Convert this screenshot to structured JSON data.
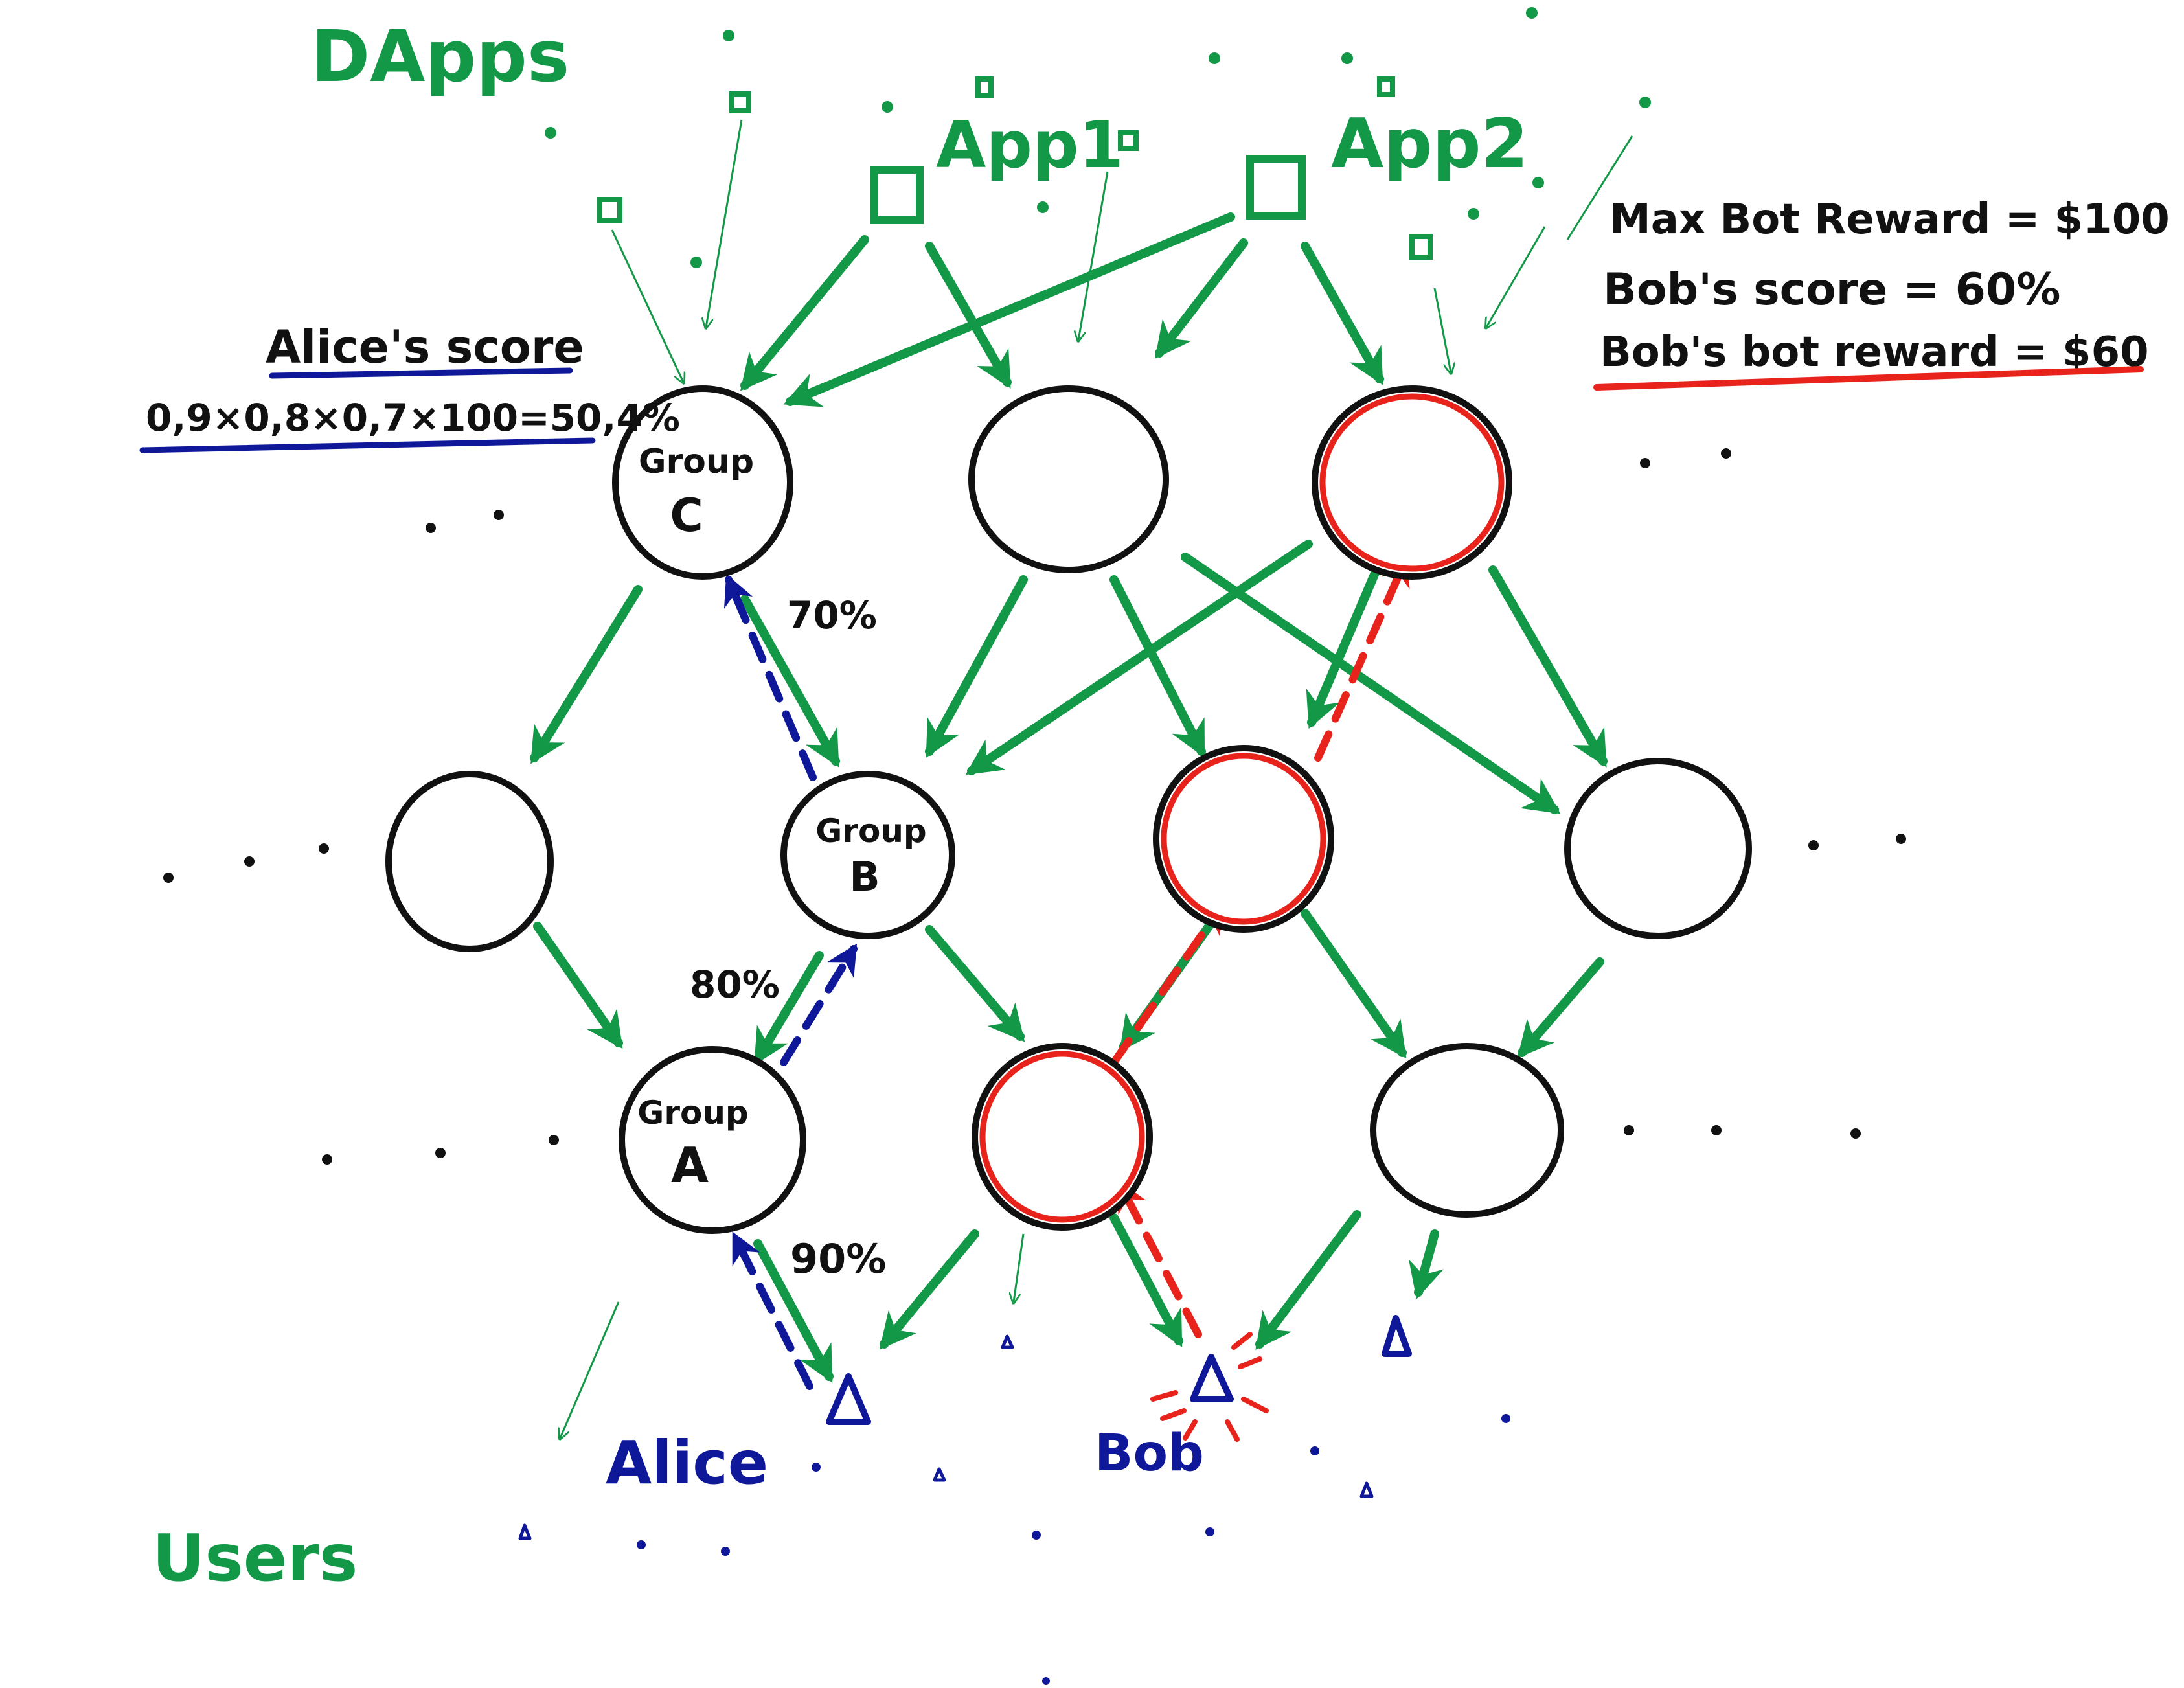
{
  "labels": {
    "dapps": "DApps",
    "users": "Users",
    "app1": "App1",
    "app2": "App2",
    "alice": "Alice",
    "bob": "Bob",
    "alice_score_title": "Alice's score",
    "alice_score_formula": "0,9×0,8×0,7×100=50,4%",
    "max_bot_reward": "Max Bot Reward = $100",
    "bobs_score": "Bob's score = 60%",
    "bobs_bot_reward": "Bob's bot reward = $60",
    "group_c_line1": "Group",
    "group_c_line2": "C",
    "group_b_line1": "Group",
    "group_b_line2": "B",
    "group_a_line1": "Group",
    "group_a_line2": "A",
    "pct_70": "70%",
    "pct_80": "80%",
    "pct_90": "90%"
  },
  "colors": {
    "green": "#139848",
    "blue": "#10189a",
    "red": "#e8231c",
    "black": "#111111"
  }
}
